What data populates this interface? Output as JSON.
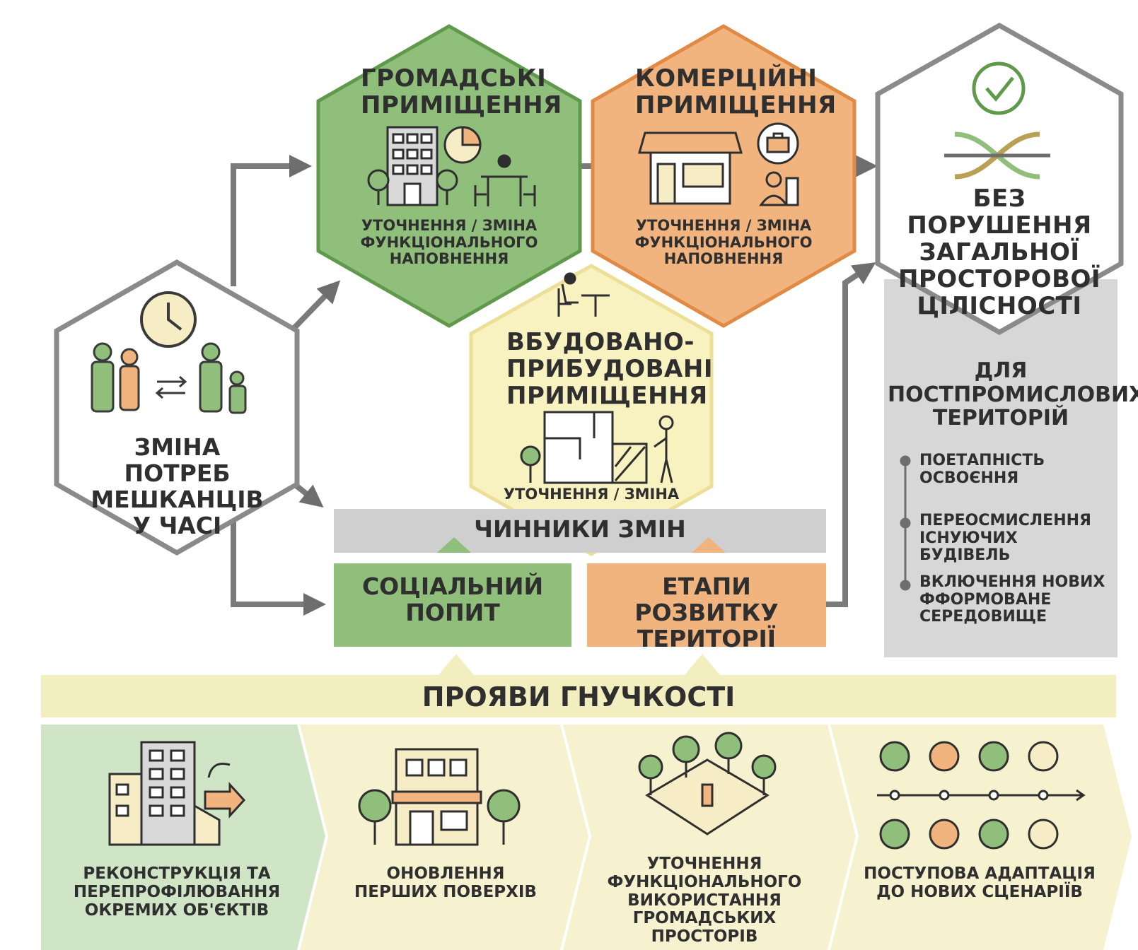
{
  "colors": {
    "green_fill": "#8fbf7a",
    "green_stroke": "#5f9a4b",
    "orange_fill": "#f1b47f",
    "orange_stroke": "#e08a45",
    "yellow_fill": "#f7f2bf",
    "yellow_stroke": "#ecdf98",
    "grey_fill": "#d7d7d7",
    "grey_stroke": "#8a8a8a",
    "band_yellow": "#f3eec0",
    "band_green": "#cfe5c6",
    "text": "#2f2f2f"
  },
  "hexes": {
    "residents": {
      "title": "ЗМІНА ПОТРЕБ МЕШКАНЦІВ У ЧАСІ"
    },
    "public": {
      "title": "ГРОМАДСЬКІ ПРИМІЩЕННЯ",
      "subtitle": "УТОЧНЕННЯ / ЗМІНА ФУНКЦІОНАЛЬНОГО НАПОВНЕННЯ"
    },
    "commercial": {
      "title": "КОМЕРЦІЙНІ ПРИМІЩЕННЯ",
      "subtitle": "УТОЧНЕННЯ / ЗМІНА ФУНКЦІОНАЛЬНОГО НАПОВНЕННЯ"
    },
    "builtin": {
      "title": "ВБУДОВАНО-ПРИБУДОВАНІ ПРИМІЩЕННЯ",
      "subtitle": "УТОЧНЕННЯ / ЗМІНА"
    },
    "integrity": {
      "title": "БЕЗ ПОРУШЕННЯ ЗАГАЛЬНОЇ ПРОСТОРОВОЇ ЦІЛІСНОСТІ"
    }
  },
  "factors": {
    "title": "ЧИННИКИ ЗМІН",
    "social": "СОЦІАЛЬНИЙ ПОПИТ",
    "stages": "ЕТАПИ РОЗВИТКУ ТЕРИТОРІЇ"
  },
  "postindustrial": {
    "title": "ДЛЯ ПОСТПРОМИСЛОВИХ ТЕРИТОРІЙ",
    "items": [
      "ПОЕТАПНІСТЬ ОСВОЄННЯ",
      "ПЕРЕОСМИСЛЕННЯ ІСНУЮЧИХ БУДІВЕЛЬ",
      "ВКЛЮЧЕННЯ НОВИХ ФФОРМОВАНЕ СЕРЕДОВИЩЕ"
    ]
  },
  "flexibility": {
    "title": "ПРОЯВИ ГНУЧКОСТІ",
    "steps": [
      "РЕКОНСТРУКЦІЯ ТА ПЕРЕПРОФІЛЮВАННЯ ОКРЕМИХ ОБ'ЄКТІВ",
      "ОНОВЛЕННЯ ПЕРШИХ ПОВЕРХІВ",
      "УТОЧНЕННЯ ФУНКЦІОНАЛЬНОГО ВИКОРИСТАННЯ ГРОМАДСЬКИХ ПРОСТОРІВ",
      "ПОСТУПОВА АДАПТАЦІЯ ДО НОВИХ СЦЕНАРІЇВ"
    ]
  },
  "icons": [
    "clock-icon",
    "family-icon",
    "swap-arrows-icon",
    "office-building-icon",
    "clock-chart-icon",
    "desk-worker-icon",
    "shop-icon",
    "briefcase-bubble-icon",
    "office-worker-icon",
    "floorplan-icon",
    "checkmark-icon",
    "interchange-icon",
    "building-arrow-icon",
    "storefront-icon",
    "park-square-icon",
    "scenario-timeline-icon"
  ]
}
